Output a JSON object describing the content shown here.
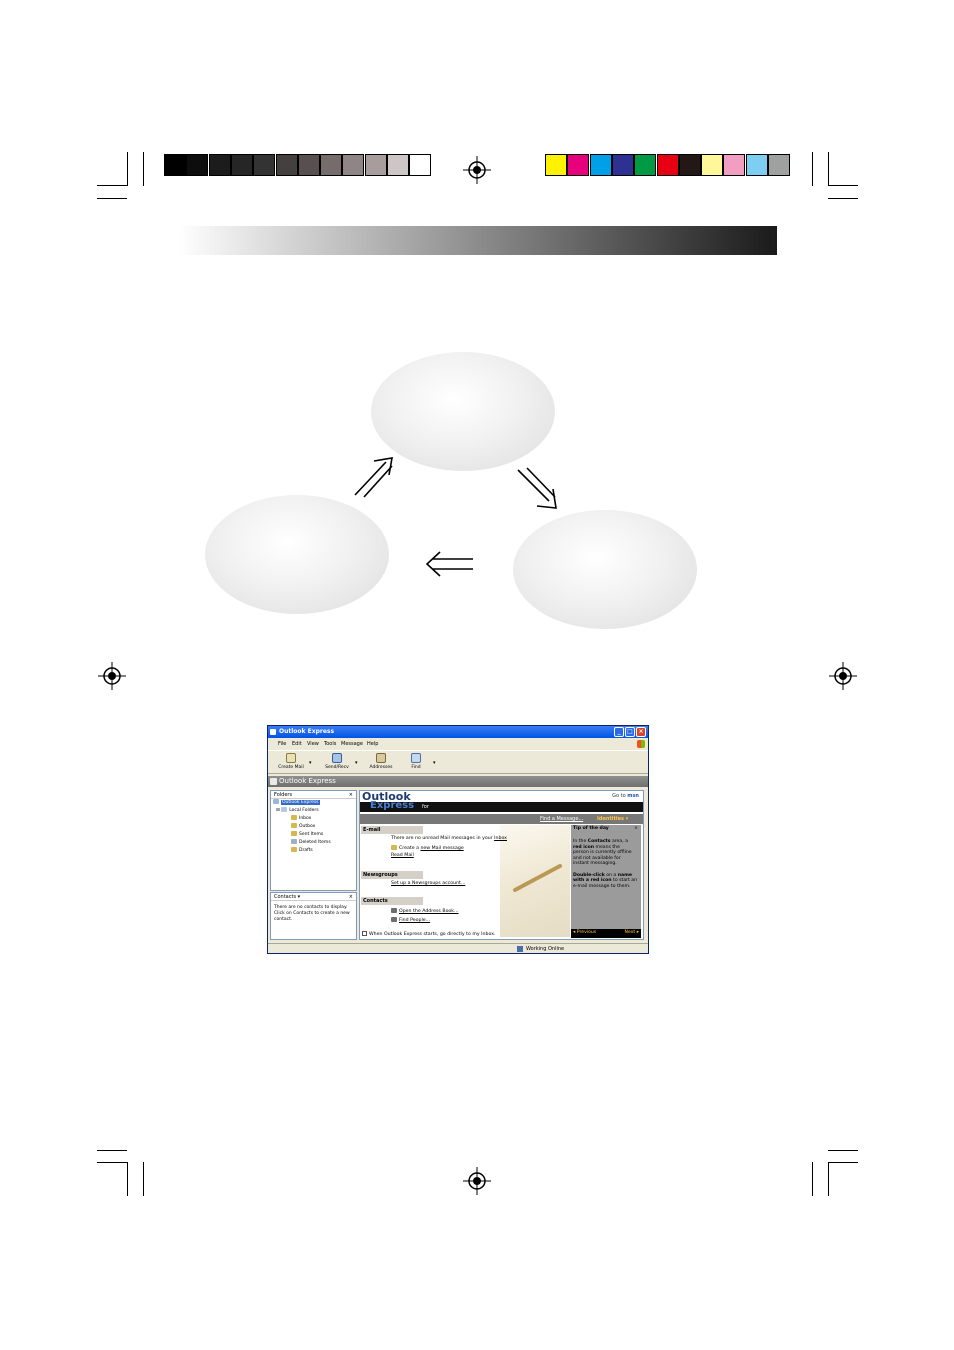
{
  "colors": {
    "gray_ramp": [
      "#000000",
      "#0d0d0d",
      "#1c1c1c",
      "#262626",
      "#333333",
      "#454040",
      "#585050",
      "#766c6c",
      "#8f8585",
      "#a89c9c",
      "#cec6c6",
      "#ffffff"
    ],
    "color_bar": [
      "#fff200",
      "#e6007e",
      "#00a0e9",
      "#2e3192",
      "#009944",
      "#e60012",
      "#231815",
      "#fff799",
      "#f19ec2",
      "#7ecef4",
      "#9fa0a0"
    ],
    "header_gradient_start": "#ffffff",
    "header_gradient_end": "#1a1a1a"
  },
  "window": {
    "title": "Outlook Express",
    "menu": [
      "File",
      "Edit",
      "View",
      "Tools",
      "Message",
      "Help"
    ],
    "toolbar": [
      "Create Mail",
      "Send/Recv",
      "Addresses",
      "Find"
    ],
    "location_bar": "Outlook Express",
    "folders_header": "Folders",
    "folders": [
      "Outlook Express",
      "Local Folders",
      "Inbox",
      "Outbox",
      "Sent Items",
      "Deleted Items",
      "Drafts"
    ],
    "contacts_header": "Contacts ▾",
    "contacts_message": "There are no contacts to display. Click on Contacts to create a new contact.",
    "logo_line1": "Outlook",
    "logo_line2": "Express",
    "logo_for": "for",
    "go_to": "Go to",
    "msn": "msn",
    "find_message": "Find a Message...",
    "identities": "Identities ▾",
    "email_header": "E-mail",
    "email_text_prefix": "There are no unread Mail messages in your",
    "email_inbox_link": "Inbox",
    "create_prefix": "Create a",
    "create_link": "new Mail message",
    "read_mail": "Read Mail",
    "newsgroups_header": "Newsgroups",
    "newsgroups_link": "Set up a Newsgroups account...",
    "contacts_section_header": "Contacts",
    "address_book_link": "Open the Address Book...",
    "find_people_link": "Find People...",
    "startup_checkbox": "When Outlook Express starts, go directly to my Inbox.",
    "tip_title": "Tip of the day",
    "tip_text_1": "In the",
    "tip_bold_1": "Contacts",
    "tip_text_2": "area, a",
    "tip_bold_2": "red icon",
    "tip_text_3": "means the person is currently offline and not available for instant messaging.",
    "tip_bold_3": "Double-click",
    "tip_text_4": "on a",
    "tip_bold_4": "name with a red icon",
    "tip_text_5": "to start an e-mail message to them.",
    "tip_prev": "◂ Previous",
    "tip_next": "Next ▸",
    "status": "Working Online"
  }
}
